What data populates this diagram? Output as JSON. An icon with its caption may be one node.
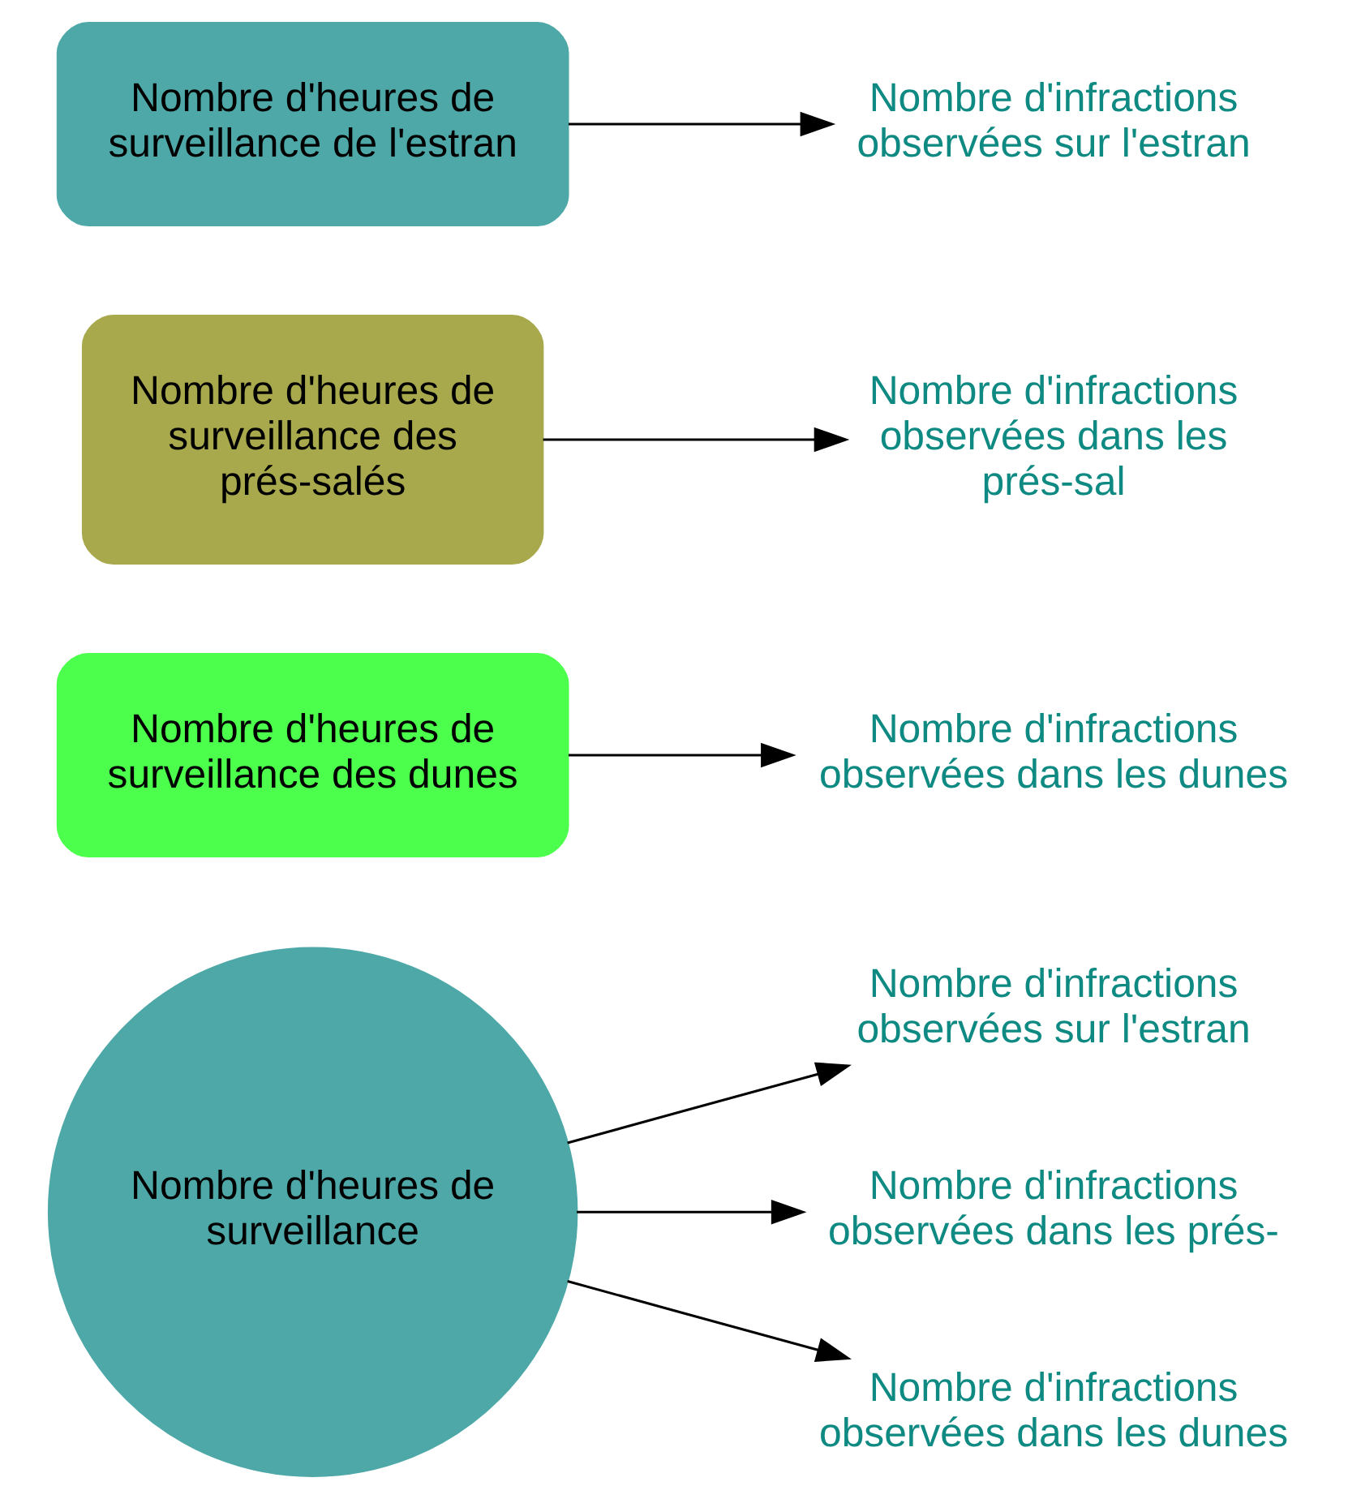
{
  "diagram": {
    "nodes": [
      {
        "text": [
          "Nombre d'heures de surveillance"
        ]
      },
      {
        "text": [
          "Nombre d'infractions observées sur l'estran"
        ]
      },
      {
        "text": [
          "Nombre d'infractions observées dans les prés-"
        ]
      },
      {
        "text": [
          "Nombre d'infractions observées dans les dunes"
        ]
      },
      {
        "text": [
          "Nombre d'heures de surveillance des dunes"
        ]
      },
      {
        "text": [
          "Nombre d'heures de surveillance des prés-salés"
        ]
      },
      {
        "text": [
          "Nombre d'heures de surveillance de l'estran"
        ]
      },
      {
        "text": [
          "Nombre d'infractions observées dans les dunes"
        ]
      },
      {
        "text": [
          "Nombre d'infractions observées dans les prés-sal"
        ]
      },
      {
        "text": [
          "Nombre d'infractions observées sur l'estran"
        ]
      }
    ],
    "edges": [
      {
        "from": 0,
        "to": 1,
        "arrow": "to"
      },
      {
        "from": 0,
        "to": 2,
        "arrow": "to"
      },
      {
        "from": 0,
        "to": 3,
        "arrow": "to"
      },
      {
        "from": 4,
        "to": 7,
        "arrow": "to"
      },
      {
        "from": 5,
        "to": 8,
        "arrow": "to"
      },
      {
        "from": 6,
        "to": 9,
        "arrow": "to"
      }
    ]
  }
}
